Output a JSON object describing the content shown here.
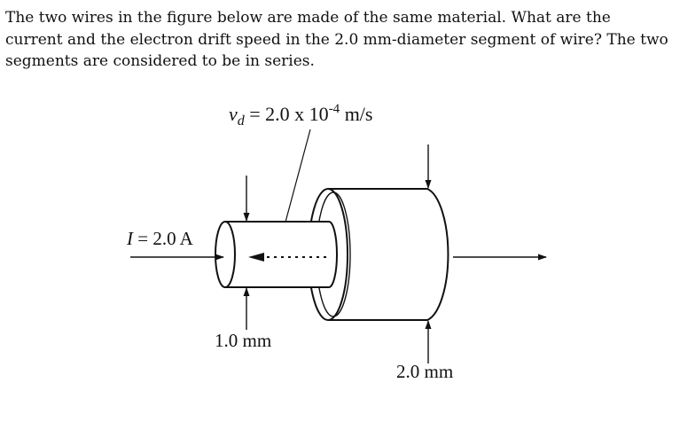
{
  "question": {
    "text": "The two wires in the figure below are made of the same material. What are the current and the electron drift speed in the 2.0 mm-diameter segment of wire? The two segments are considered to be in series."
  },
  "figure": {
    "drift_label": {
      "symbol": "v",
      "subscript": "d",
      "equals": " = 2.0 x 10",
      "exponent": "-4",
      "unit": " m/s"
    },
    "current_label": {
      "symbol": "I",
      "value": " = 2.0 A"
    },
    "small_diameter_label": "1.0 mm",
    "large_diameter_label": "2.0 mm"
  }
}
